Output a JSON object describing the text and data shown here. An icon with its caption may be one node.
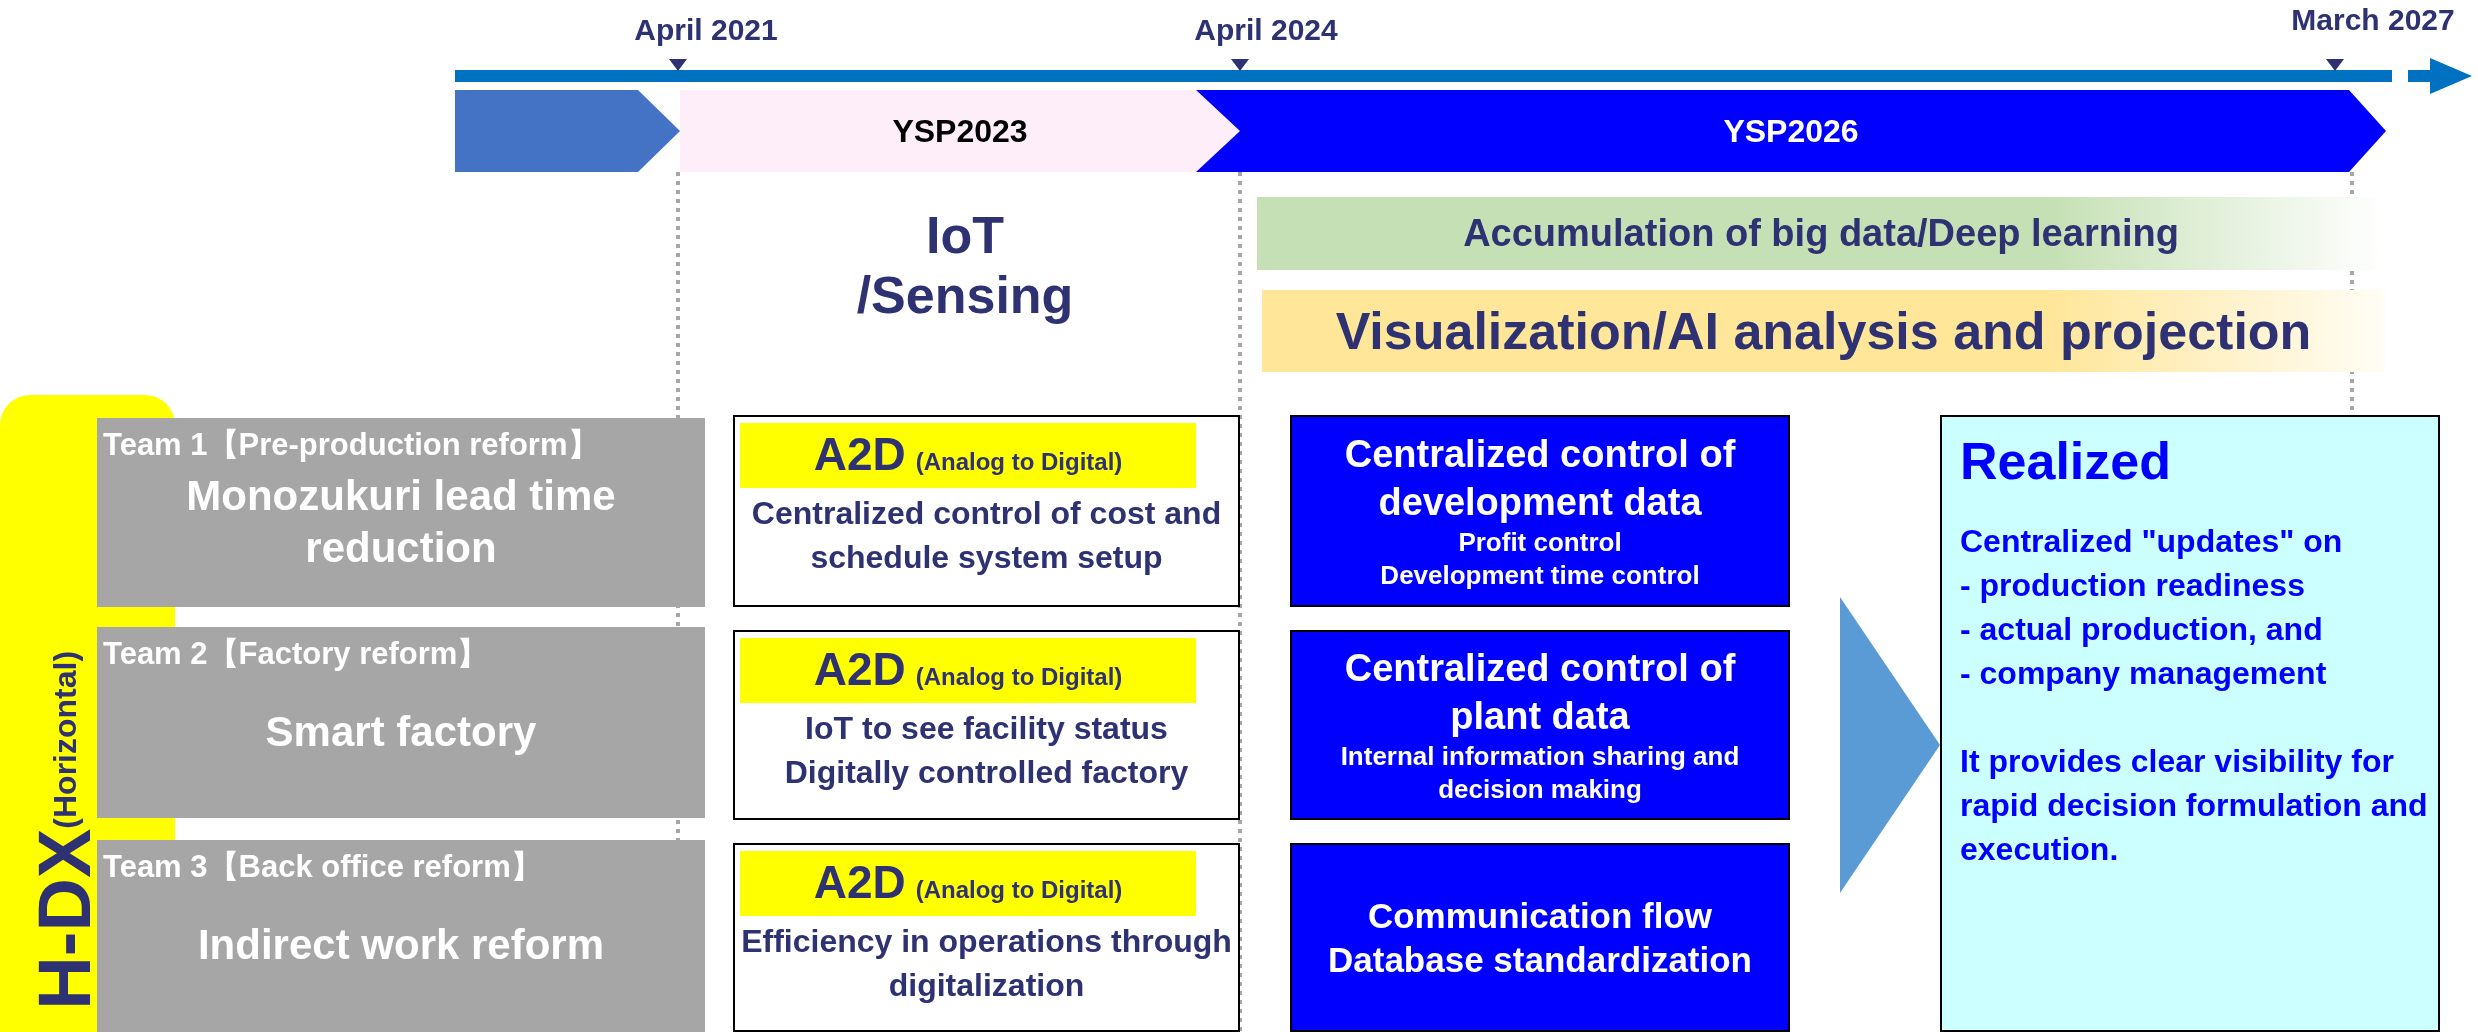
{
  "diagram": {
    "nodes": [
      {
        "text": [],
        "shape": "chevron"
      },
      {
        "text": [
          "YSP2023"
        ]
      },
      {
        "text": [
          "YSP2026"
        ]
      },
      {
        "text": [
          "Accumulation of big data/Deep learning"
        ]
      },
      {
        "text": [
          "Visualization/AI analysis and projection"
        ]
      },
      {
        "text": [
          "H-DX",
          "(Horizontal)"
        ]
      },
      {
        "text": [
          "Team 1【Pre-production reform】",
          "Monozukuri lead time reduction"
        ]
      },
      {
        "text": [
          "Team 2【Factory reform】",
          "Smart factory"
        ]
      },
      {
        "text": [
          "Team 3【Back office reform】",
          "Indirect work reform"
        ]
      },
      {
        "text": [
          "Centralized control of cost and schedule system setup"
        ]
      },
      {
        "text": [
          "A2D",
          "(Analog to Digital)"
        ],
        "in": 9
      },
      {
        "text": [
          "IoT to see facility status",
          "Digitally controlled factory"
        ]
      },
      {
        "text": [
          "A2D",
          "(Analog to Digital)"
        ],
        "in": 11
      },
      {
        "text": [
          "Efficiency in operations through digitalization"
        ]
      },
      {
        "text": [
          "A2D",
          "(Analog to Digital)"
        ],
        "in": 13
      },
      {
        "text": [
          "Centralized control of development data",
          "Profit control",
          "Development time control"
        ]
      },
      {
        "text": [
          "Centralized control of plant data",
          "Internal information sharing and decision making"
        ]
      },
      {
        "text": [
          "Communication flow",
          "Database standardization"
        ]
      },
      {
        "text": [
          "Realized",
          "Centralized \"updates\" on",
          "- production readiness",
          "- actual production, and",
          "- company management",
          "It provides clear visibility for rapid decision formulation and execution."
        ]
      }
    ],
    "edges": [
      {
        "from": 16,
        "to": 18,
        "arrow": "to"
      }
    ],
    "labels": [
      "April 2021",
      "April 2024",
      "March 2027",
      "IoT /Sensing"
    ]
  }
}
